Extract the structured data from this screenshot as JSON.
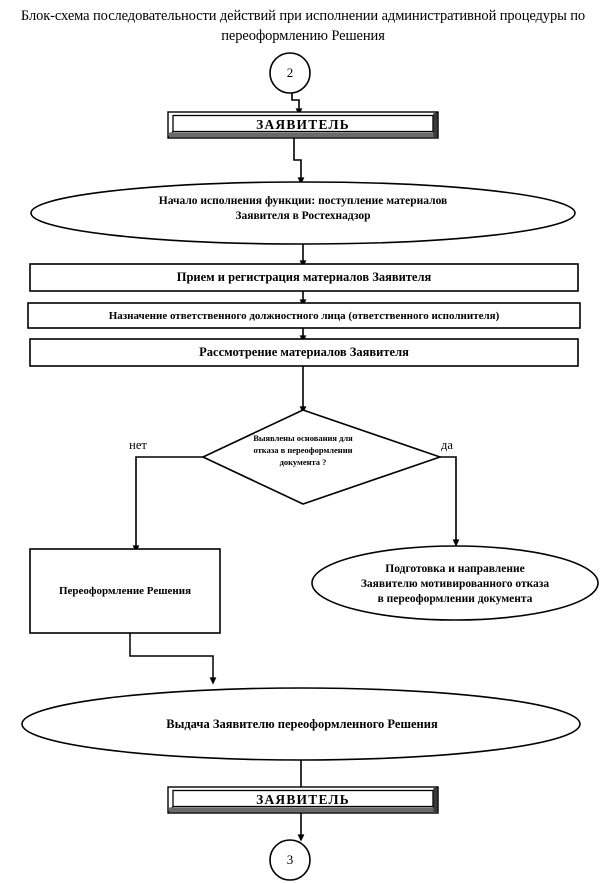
{
  "title": "Блок-схема последовательности действий при исполнении административной процедуры по переоформлению Решения",
  "colors": {
    "stroke": "#000000",
    "fill": "#ffffff",
    "text": "#000000"
  },
  "chart_data": {
    "type": "diagram",
    "title": "Блок-схема последовательности действий при исполнении административной процедуры по переоформлению Решения",
    "nodes": [
      {
        "id": "start-connector",
        "shape": "circle",
        "label": "2"
      },
      {
        "id": "applicant-top",
        "shape": "terminal-3d",
        "label": "ЗАЯВИТЕЛЬ"
      },
      {
        "id": "start-function",
        "shape": "ellipse",
        "label": "Начало исполнения функции: поступление материалов Заявителя в Ростехнадзор"
      },
      {
        "id": "reception",
        "shape": "process",
        "label": "Прием и регистрация материалов Заявителя"
      },
      {
        "id": "assignment",
        "shape": "process",
        "label": "Назначение ответственного должностного лица (ответственного исполнителя)"
      },
      {
        "id": "review",
        "shape": "process",
        "label": "Рассмотрение материалов Заявителя"
      },
      {
        "id": "decision",
        "shape": "diamond",
        "label": "Выявлены основания для отказа в переоформлении документа ?"
      },
      {
        "id": "reissue",
        "shape": "process",
        "label": "Переоформление Решения"
      },
      {
        "id": "refusal",
        "shape": "ellipse",
        "label": "Подготовка и направление Заявителю мотивированного отказа в переоформлении документа"
      },
      {
        "id": "issue",
        "shape": "ellipse",
        "label": "Выдача Заявителю переоформленного Решения"
      },
      {
        "id": "applicant-bottom",
        "shape": "terminal-3d",
        "label": "ЗАЯВИТЕЛЬ"
      },
      {
        "id": "end-connector",
        "shape": "circle",
        "label": "3"
      }
    ],
    "edges": [
      {
        "from": "start-connector",
        "to": "applicant-top",
        "label": ""
      },
      {
        "from": "applicant-top",
        "to": "start-function",
        "label": ""
      },
      {
        "from": "start-function",
        "to": "reception",
        "label": ""
      },
      {
        "from": "reception",
        "to": "assignment",
        "label": ""
      },
      {
        "from": "assignment",
        "to": "review",
        "label": ""
      },
      {
        "from": "review",
        "to": "decision",
        "label": ""
      },
      {
        "from": "decision",
        "to": "reissue",
        "label": "нет"
      },
      {
        "from": "decision",
        "to": "refusal",
        "label": "да"
      },
      {
        "from": "reissue",
        "to": "issue",
        "label": ""
      },
      {
        "from": "issue",
        "to": "applicant-bottom",
        "label": ""
      },
      {
        "from": "applicant-bottom",
        "to": "end-connector",
        "label": ""
      }
    ]
  },
  "nodes": {
    "start_connector": {
      "label": "2"
    },
    "applicant_top": {
      "label": "ЗАЯВИТЕЛЬ"
    },
    "start_function": {
      "line1": "Начало исполнения функции: поступление материалов",
      "line2": "Заявителя в Ростехнадзор"
    },
    "reception": {
      "label": "Прием и регистрация материалов Заявителя"
    },
    "assignment": {
      "label": "Назначение ответственного должностного лица (ответственного исполнителя)"
    },
    "review": {
      "label": "Рассмотрение материалов Заявителя"
    },
    "decision": {
      "line1": "Выявлены основания для",
      "line2": "отказа в переоформлении",
      "line3": "документа ?"
    },
    "branch_no": {
      "label": "нет"
    },
    "branch_yes": {
      "label": "да"
    },
    "reissue": {
      "label": "Переоформление Решения"
    },
    "refusal": {
      "line1": "Подготовка и направление",
      "line2": "Заявителю мотивированного отказа",
      "line3": "в переоформлении документа"
    },
    "issue": {
      "label": "Выдача Заявителю переоформленного Решения"
    },
    "applicant_bottom": {
      "label": "ЗАЯВИТЕЛЬ"
    },
    "end_connector": {
      "label": "3"
    }
  }
}
